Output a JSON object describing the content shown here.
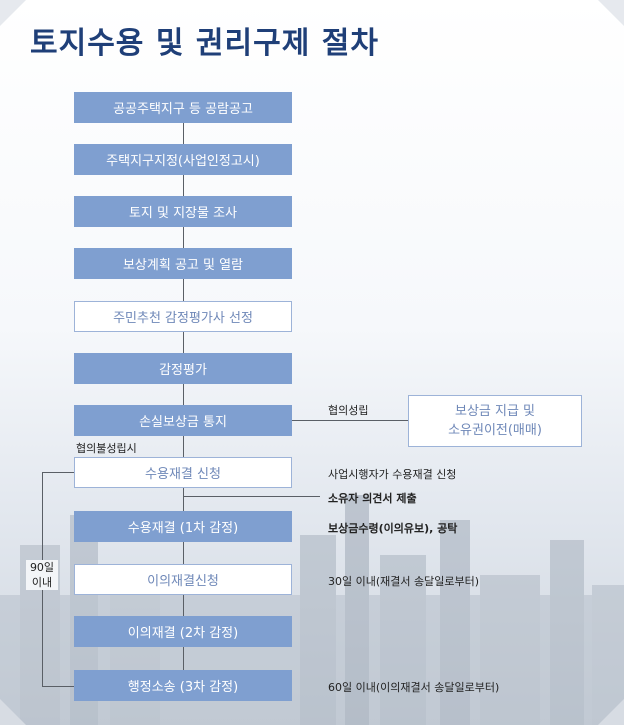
{
  "title": "토지수용 및 권리구제 절차",
  "steps": [
    {
      "label": "공공주택지구 등 공람공고"
    },
    {
      "label": "주택지구지정(사업인정고시)"
    },
    {
      "label": "토지 및 지장물 조사"
    },
    {
      "label": "보상계획 공고 및 열람"
    },
    {
      "label": "주민추천 감정평가사 선정"
    },
    {
      "label": "감정평가"
    },
    {
      "label": "손실보상금 통지"
    },
    {
      "label": "수용재결 신청"
    },
    {
      "label": "수용재결 (1차 감정)"
    },
    {
      "label": "이의재결신청"
    },
    {
      "label": "이의재결 (2차 감정)"
    },
    {
      "label": "행정소송 (3차 감정)"
    }
  ],
  "agreement": {
    "label": "협의성립",
    "result_line1": "보상금 지급 및",
    "result_line2": "소유권이전(매매)"
  },
  "disagreement_label": "협의불성립시",
  "notes": {
    "application": "사업시행자가 수용재결 신청",
    "opinion": "소유자 의견서 제출",
    "receipt": "보상금수령(이의유보), 공탁",
    "objection_deadline": "30일 이내(재결서 송달일로부터)",
    "lawsuit_deadline": "60일 이내(이의재결서 송달일로부터)"
  },
  "deadline_90": {
    "line1": "90일",
    "line2": "이내"
  },
  "colors": {
    "filled": "#7f9fd0",
    "outline_text": "#6f88b8",
    "title": "#1f3f78"
  }
}
